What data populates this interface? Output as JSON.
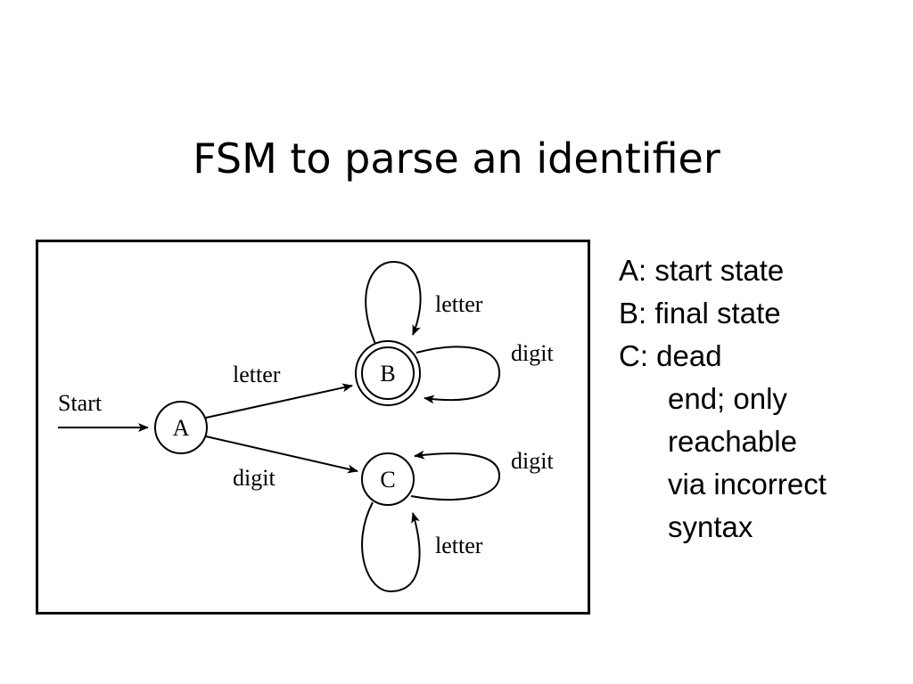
{
  "slide": {
    "title": "FSM to parse an identifier"
  },
  "diagram": {
    "start_label": "Start",
    "states": {
      "a": "A",
      "b": "B",
      "c": "C"
    },
    "edges": {
      "a_to_b": "letter",
      "a_to_c": "digit",
      "b_self_top": "letter",
      "b_self_right": "digit",
      "c_self_right": "digit",
      "c_self_bottom": "letter"
    },
    "final_states": [
      "B"
    ]
  },
  "legend": {
    "line1": "A: start state",
    "line2": "B: final state",
    "line3": "C: dead",
    "line4": "end; only",
    "line5": "reachable",
    "line6": "via incorrect",
    "line7": "syntax"
  }
}
